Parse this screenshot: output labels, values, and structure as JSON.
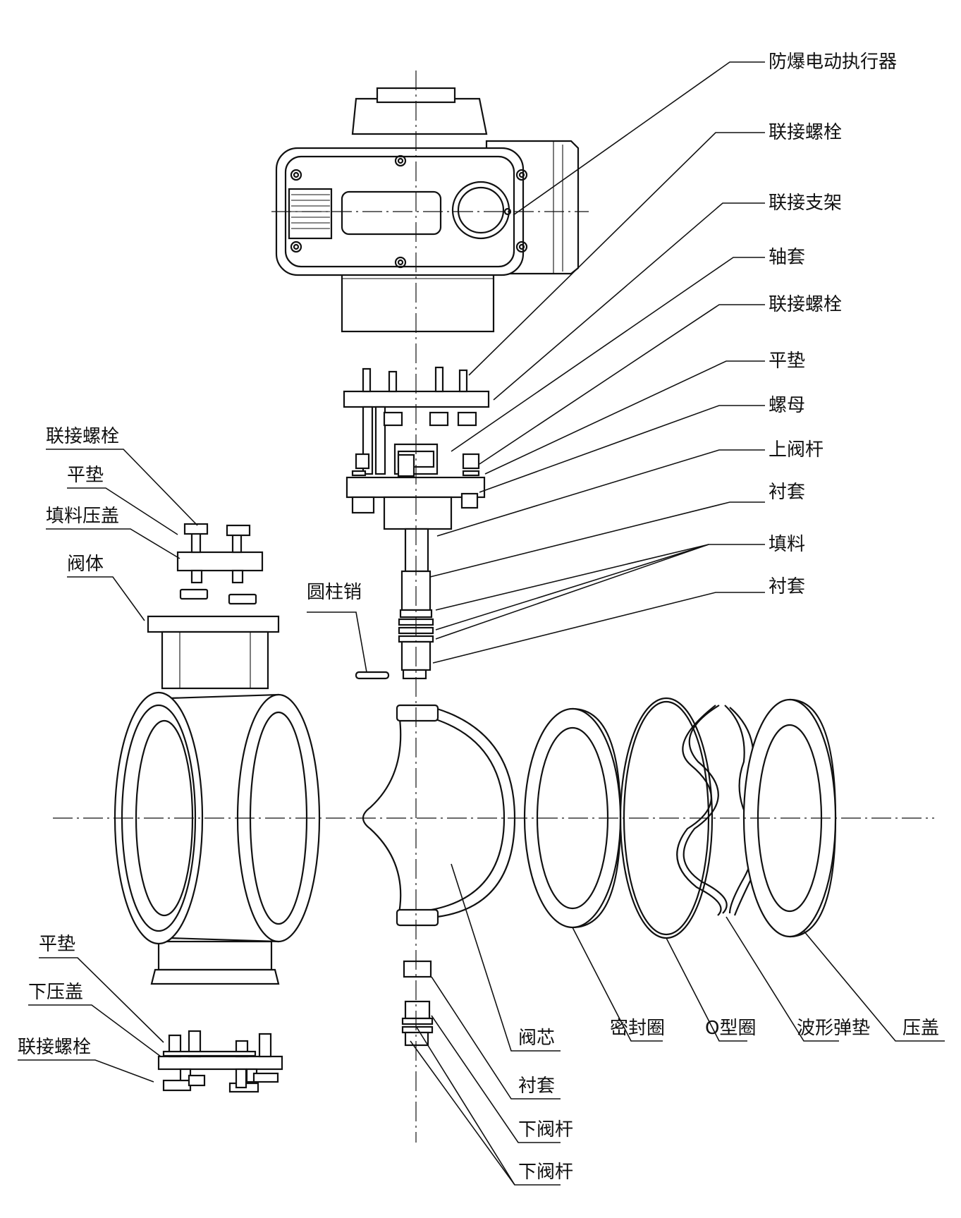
{
  "labels": {
    "actuator": "防爆电动执行器",
    "bolt_top": "联接螺栓",
    "bracket": "联接支架",
    "bushing_top": "轴套",
    "bolt_mid": "联接螺栓",
    "washer_top": "平垫",
    "nut": "螺母",
    "upper_stem": "上阀杆",
    "liner_top": "衬套",
    "packing": "填料",
    "liner_mid": "衬套",
    "bolt_left": "联接螺栓",
    "washer_left": "平垫",
    "gland": "填料压盖",
    "body": "阀体",
    "pin": "圆柱销",
    "washer_bottom": "平垫",
    "lower_cover": "下压盖",
    "bolt_bottom": "联接螺栓",
    "core": "阀芯",
    "seal_ring": "密封圈",
    "o_ring": "O型圈",
    "wave_spring": "波形弹垫",
    "press_cover": "压盖",
    "liner_bottom": "衬套",
    "lower_stem_1": "下阀杆",
    "lower_stem_2": "下阀杆"
  }
}
